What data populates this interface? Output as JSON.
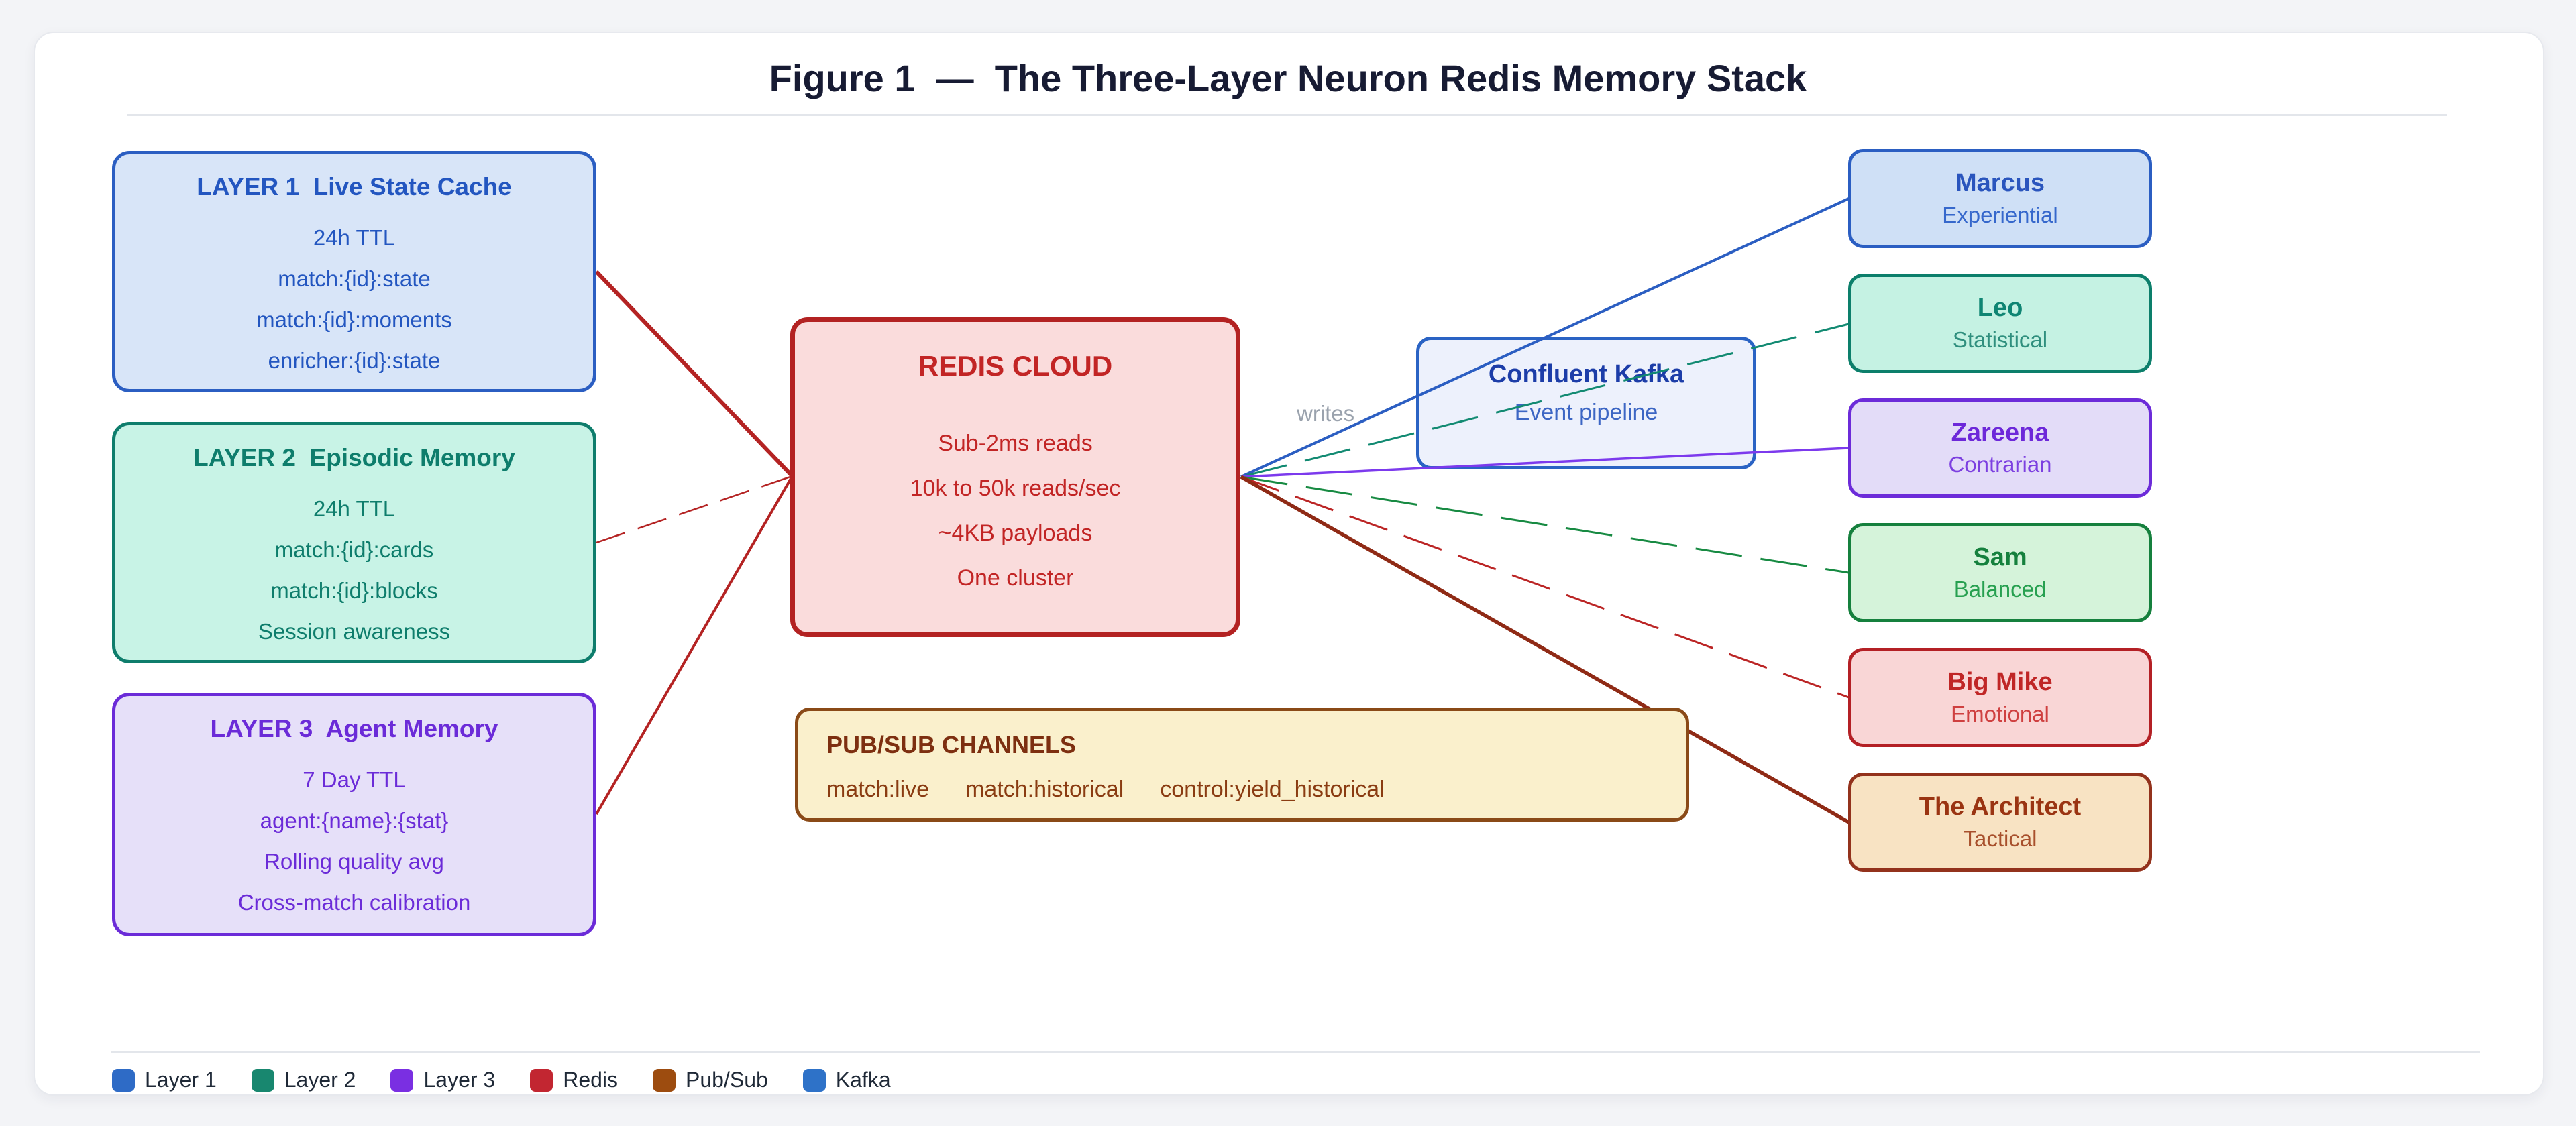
{
  "page": {
    "title": "Figure 1  —  The Three-Layer Neuron Redis Memory Stack",
    "background": "#f3f4f7",
    "card_background": "#ffffff"
  },
  "nodes": {
    "layer1": {
      "title": "LAYER 1  Live State Cache",
      "lines": [
        "24h TTL",
        "match:{id}:state",
        "match:{id}:moments",
        "enricher:{id}:state"
      ],
      "fill": "#d8e5f8",
      "border": "#2b5ec2",
      "text": "#2356c0"
    },
    "layer2": {
      "title": "LAYER 2  Episodic Memory",
      "lines": [
        "24h TTL",
        "match:{id}:cards",
        "match:{id}:blocks",
        "Session awareness"
      ],
      "fill": "#c8f3e6",
      "border": "#0e7d6c",
      "text": "#0e7d6c"
    },
    "layer3": {
      "title": "LAYER 3  Agent Memory",
      "lines": [
        "7 Day TTL",
        "agent:{name}:{stat}",
        "Rolling quality avg",
        "Cross-match calibration"
      ],
      "fill": "#e6e0f9",
      "border": "#6b2bd8",
      "text": "#6b2bd8"
    },
    "redis": {
      "title": "REDIS CLOUD",
      "lines": [
        "Sub-2ms reads",
        "10k to 50k reads/sec",
        "~4KB payloads",
        "One cluster"
      ],
      "fill": "#fadcdc",
      "border": "#b32222",
      "text": "#c22525"
    },
    "kafka": {
      "title": "Confluent Kafka",
      "subtitle": "Event pipeline",
      "fill": "#edf1fc",
      "border": "#2a63c4",
      "title_color": "#1c3da8",
      "subtitle_color": "#3c66c4"
    },
    "pubsub": {
      "title": "PUB/SUB CHANNELS",
      "channels": [
        "match:live",
        "match:historical",
        "control:yield_historical"
      ],
      "fill": "#faf0cc",
      "border": "#8a4a17",
      "title_color": "#7d2f10",
      "text": "#8a3c12"
    },
    "agents": [
      {
        "name": "Marcus",
        "trait": "Experiential",
        "fill": "#cfe0f6",
        "border": "#2b5ec2",
        "name_color": "#2a55bd",
        "trait_color": "#3668cc"
      },
      {
        "name": "Leo",
        "trait": "Statistical",
        "fill": "#c5f2e3",
        "border": "#0c7f6b",
        "name_color": "#0f8573",
        "trait_color": "#2f8f7e"
      },
      {
        "name": "Zareena",
        "trait": "Contrarian",
        "fill": "#e3dcf8",
        "border": "#6c2bd9",
        "name_color": "#6d28d9",
        "trait_color": "#7c3fe0"
      },
      {
        "name": "Sam",
        "trait": "Balanced",
        "fill": "#d5f3da",
        "border": "#15803d",
        "name_color": "#15803d",
        "trait_color": "#27a050"
      },
      {
        "name": "Big Mike",
        "trait": "Emotional",
        "fill": "#f9d6d6",
        "border": "#b42025",
        "name_color": "#c02626",
        "trait_color": "#cf4040"
      },
      {
        "name": "The Architect",
        "trait": "Tactical",
        "fill": "#f8e3c3",
        "border": "#93321c",
        "name_color": "#9a3412",
        "trait_color": "#a8502c"
      }
    ]
  },
  "edges": {
    "writes_label": "writes",
    "colors": {
      "layer_to_redis": "#b42323",
      "marcus": "#2b5ec2",
      "leo": "#128a72",
      "zareena": "#7c3aed",
      "sam": "#178a42",
      "bigmike": "#bb2525",
      "architect": "#8f2a15"
    }
  },
  "legend": [
    {
      "label": "Layer 1",
      "color": "#2e6bc6"
    },
    {
      "label": "Layer 2",
      "color": "#18876f"
    },
    {
      "label": "Layer 3",
      "color": "#7a2fe2"
    },
    {
      "label": "Redis",
      "color": "#c22631"
    },
    {
      "label": "Pub/Sub",
      "color": "#9d4c0f"
    },
    {
      "label": "Kafka",
      "color": "#2e72c8"
    }
  ]
}
